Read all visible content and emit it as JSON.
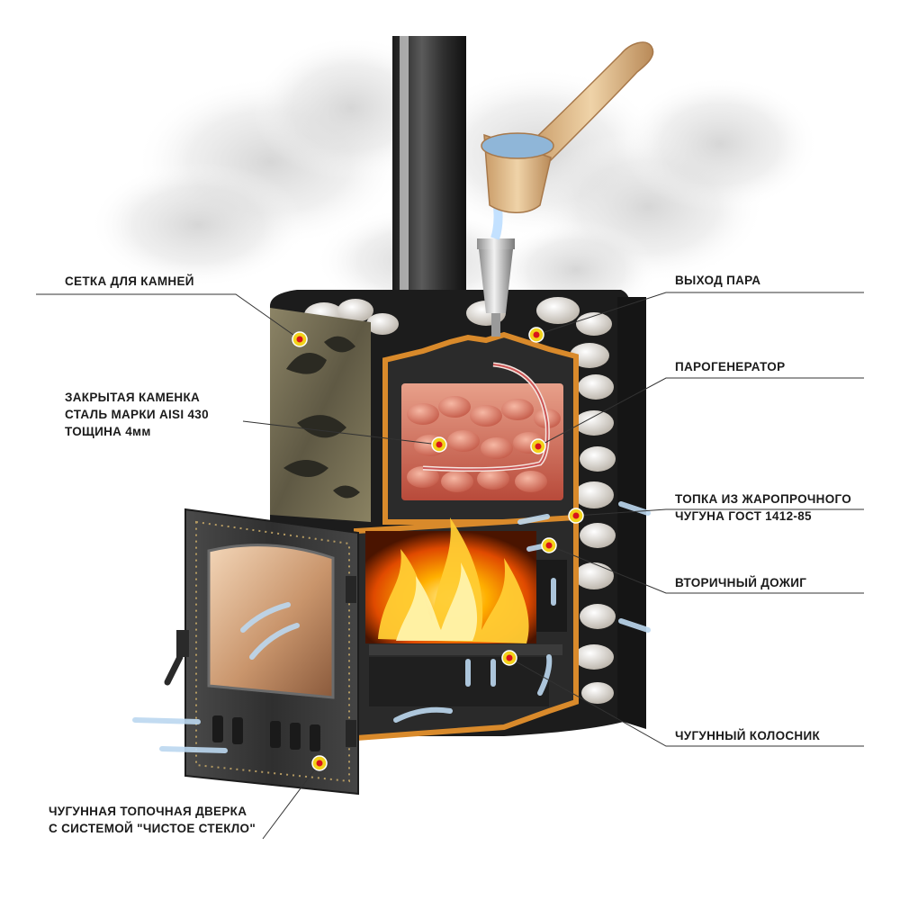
{
  "colors": {
    "marker_fill": "#f2d21a",
    "marker_core": "#d9141b",
    "leader_line": "#333333",
    "fire": "#ff7a00",
    "copper": "#d98a2b",
    "cast_iron": "#3a3a3a"
  },
  "labels": {
    "stone_grid": "СЕТКА ДЛЯ КАМНЕЙ",
    "steam_outlet": "ВЫХОД ПАРА",
    "steam_generator": "ПАРОГЕНЕРАТОР",
    "closed_heater": [
      "ЗАКРЫТАЯ КАМЕНКА",
      "СТАЛЬ МАРКИ AISI 430",
      "ТОЩИНА 4мм"
    ],
    "firebox": [
      "ТОПКА ИЗ ЖАРОПРОЧНОГО",
      "ЧУГУНА ГОСТ 1412-85"
    ],
    "afterburn": "ВТОРИЧНЫЙ ДОЖИГ",
    "grate": "ЧУГУННЫЙ КОЛОСНИК",
    "door": [
      "ЧУГУННАЯ ТОПОЧНАЯ ДВЕРКА",
      "С СИСТЕМОЙ \"ЧИСТОЕ СТЕКЛО\""
    ]
  },
  "icons": [
    "callout-marker-icon",
    "air-flow-arrow-icon",
    "water-ladle-icon",
    "flame-icon"
  ]
}
